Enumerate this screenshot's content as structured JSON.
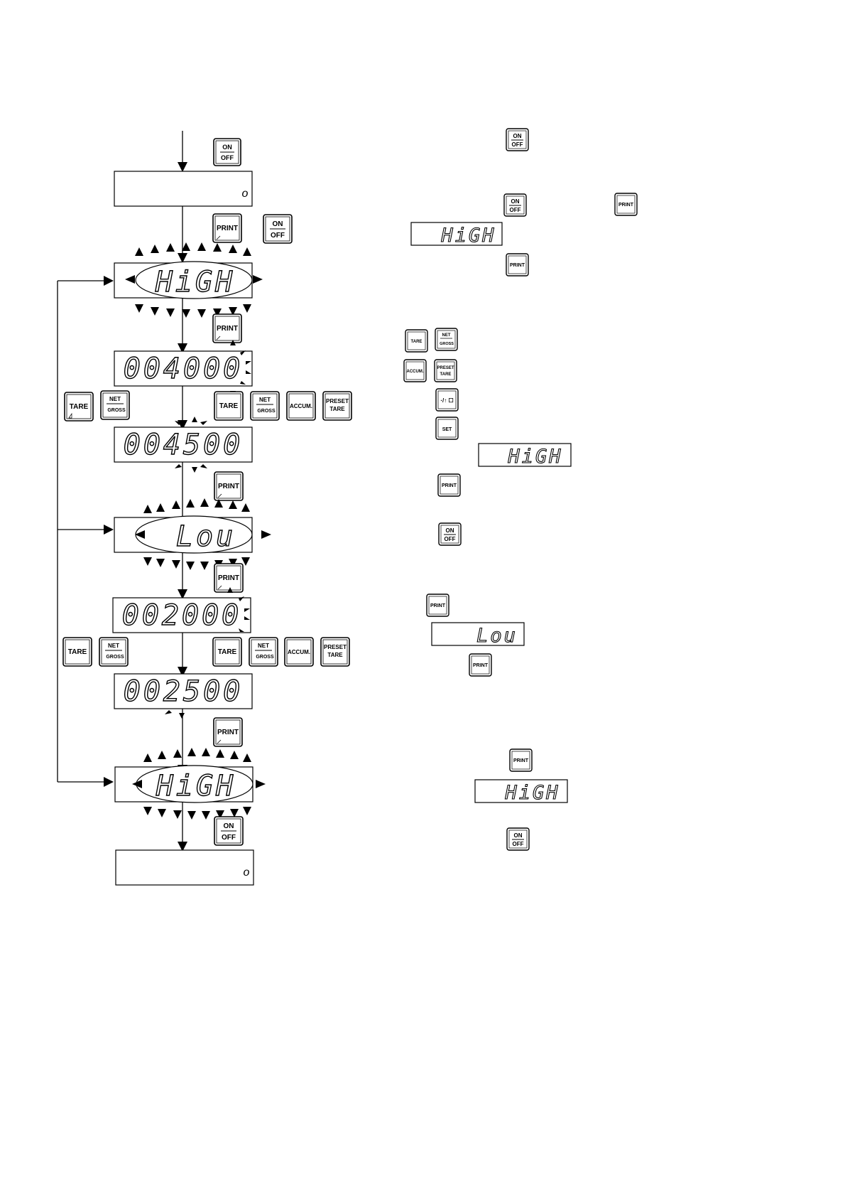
{
  "keys": {
    "on_off_top": "ON",
    "on_off_bottom": "OFF",
    "print": "PRINT",
    "tare": "TARE",
    "net_top": "NET",
    "net_bottom": "GROSS",
    "accum": "ACCUM.",
    "preset_top": "PRESET",
    "preset_bottom": "TARE",
    "set": "SET",
    "shift": "·/↑ ☐"
  },
  "displays": {
    "blank_dot": "o",
    "high": "HiGH",
    "value_4000": "004000",
    "value_4500": "004500",
    "low": "Lou",
    "value_2000": "002000",
    "value_2500": "002500"
  },
  "colors": {
    "ink": "#000000",
    "paper": "#ffffff"
  }
}
